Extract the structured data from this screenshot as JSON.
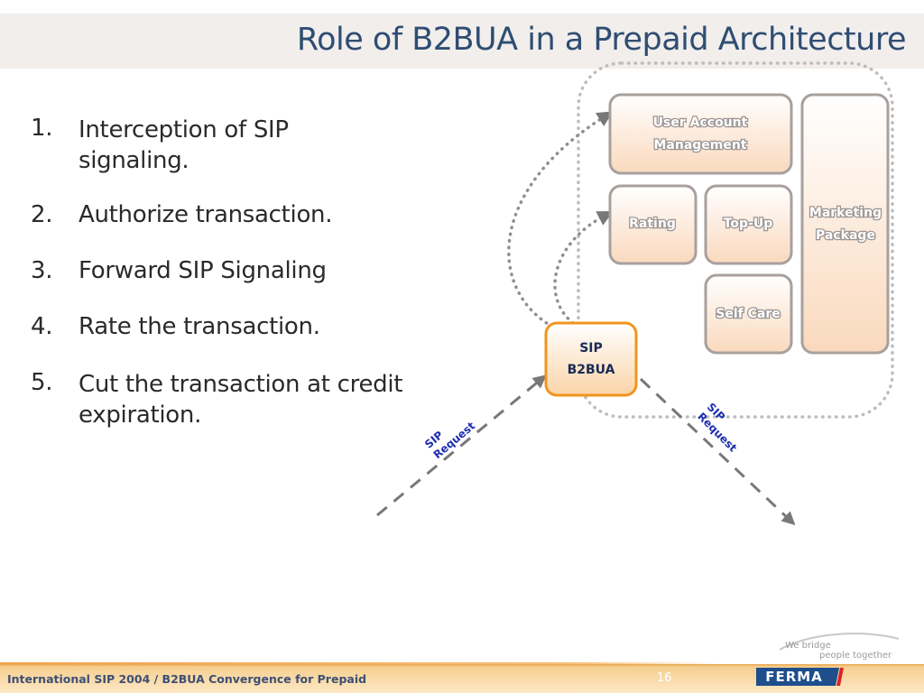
{
  "slide": {
    "title": "Role of B2BUA in a Prepaid Architecture",
    "steps": [
      {
        "num": "1.",
        "line1": "Interception of SIP",
        "line2": "signaling."
      },
      {
        "num": "2.",
        "text": "Authorize transaction."
      },
      {
        "num": "3.",
        "text": "Forward SIP Signaling"
      },
      {
        "num": "4.",
        "text": "Rate the transaction."
      },
      {
        "num": "5.",
        "line1": "Cut the transaction at credit",
        "line2": "expiration."
      }
    ]
  },
  "diagram": {
    "boxes": {
      "user_account_line1": "User Account",
      "user_account_line2": "Management",
      "rating": "Rating",
      "top_up": "Top-Up",
      "self_care": "Self Care",
      "marketing_line1": "Marketing",
      "marketing_line2": "Package",
      "b2bua_line1": "SIP",
      "b2bua_line2": "B2BUA"
    },
    "arrows": {
      "incoming_line1": "SIP",
      "incoming_line2": "Request",
      "outgoing_line1": "SIP",
      "outgoing_line2": "Request"
    }
  },
  "footer": {
    "text": "International SIP 2004 / B2BUA Convergence for Prepaid",
    "page_number": "16",
    "tagline_1": "We bridge",
    "tagline_2": "people together",
    "logo": "FERMA"
  },
  "colors": {
    "title": "#2f4d72",
    "box_border": "#a8a09d",
    "box_fill_top": "#ffffff",
    "box_fill_bottom": "#fad9bd",
    "b2bua_border": "#f0951e",
    "arrow": "#787878",
    "sip_request_text": "#1f2fb0",
    "footer_orange": "#f3a14a",
    "logo_blue": "#1e4e8c"
  }
}
